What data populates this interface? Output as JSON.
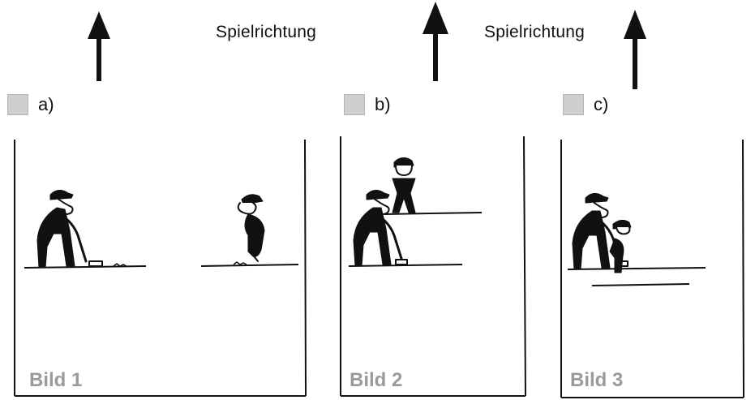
{
  "direction_labels": [
    "Spielrichtung",
    "Spielrichtung"
  ],
  "options": [
    {
      "letter": "a)"
    },
    {
      "letter": "b)"
    },
    {
      "letter": "c)"
    }
  ],
  "panels": [
    {
      "label": "Bild 1"
    },
    {
      "label": "Bild 2"
    },
    {
      "label": "Bild 3"
    }
  ]
}
